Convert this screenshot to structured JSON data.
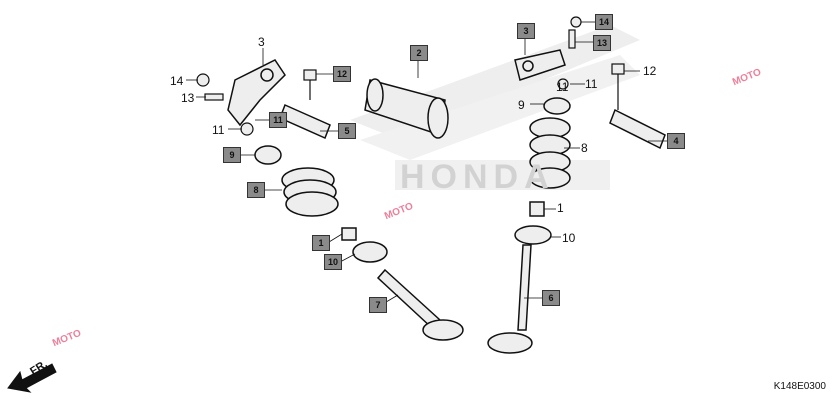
{
  "diagram": {
    "code": "K148E0300",
    "direction_label": "FR.",
    "brand_background": "HONDA",
    "watermark_text": "MOTO",
    "colors": {
      "callout_fill": "#8a8a8a",
      "line": "#111111",
      "part_fill": "#eeeeee",
      "watermark": "#e96a8a"
    }
  },
  "callouts": {
    "c1": "1",
    "c2": "2",
    "c3": "3",
    "c4": "4",
    "c5": "5",
    "c6": "6",
    "c7": "7",
    "c8": "8",
    "c9": "9",
    "c10": "10",
    "c11": "11",
    "c12": "12",
    "c13": "13",
    "c14": "14"
  }
}
